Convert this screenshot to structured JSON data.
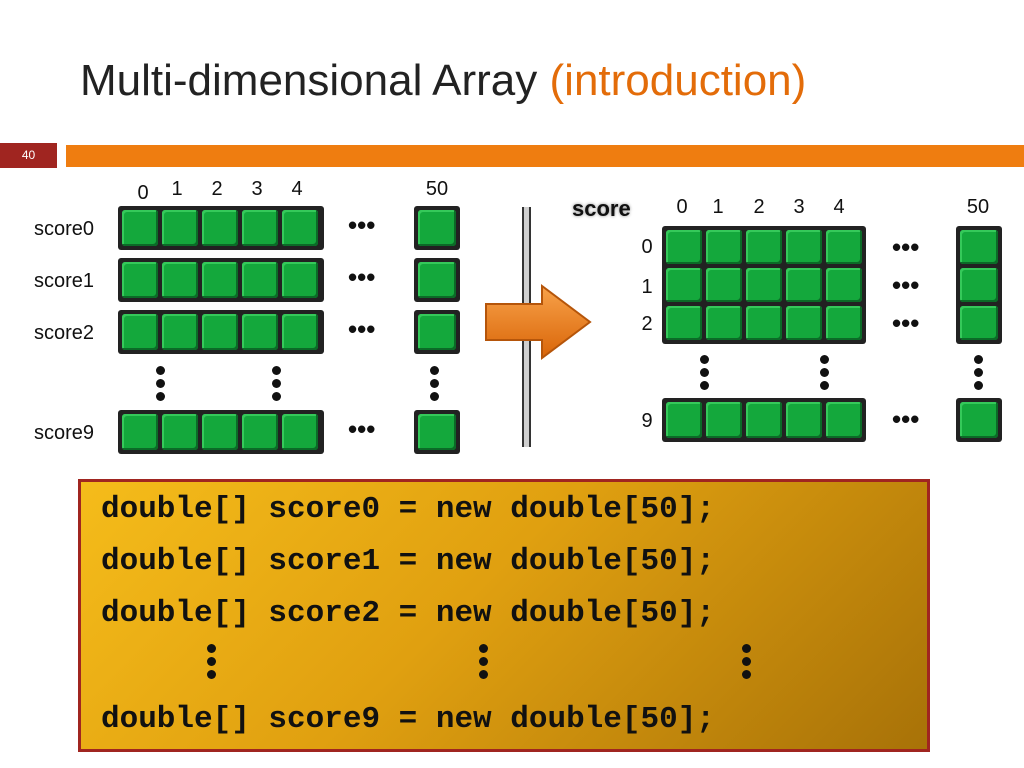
{
  "slide": {
    "title": "Multi-dimensional Array",
    "title_sub": "(introduction)",
    "number": "40"
  },
  "left": {
    "indices": [
      "0",
      "1",
      "2",
      "3",
      "4",
      "50"
    ],
    "rows": [
      "score0",
      "score1",
      "score2",
      "score9"
    ],
    "ellipsis": "•••"
  },
  "right": {
    "array_name": "score",
    "col_indices": [
      "0",
      "1",
      "2",
      "3",
      "4",
      "50"
    ],
    "row_indices": [
      "0",
      "1",
      "2",
      "9"
    ],
    "ellipsis": "•••"
  },
  "code": {
    "lines": [
      "double[] score0 = new double[50];",
      "double[] score1 = new double[50];",
      "double[] score2 = new double[50];",
      "double[] score9 = new double[50];"
    ]
  },
  "colors": {
    "accent": "#ef7d10",
    "slide_number_bg": "#a02520",
    "cell": "#14a83c",
    "arrow": "#ef7d10"
  }
}
